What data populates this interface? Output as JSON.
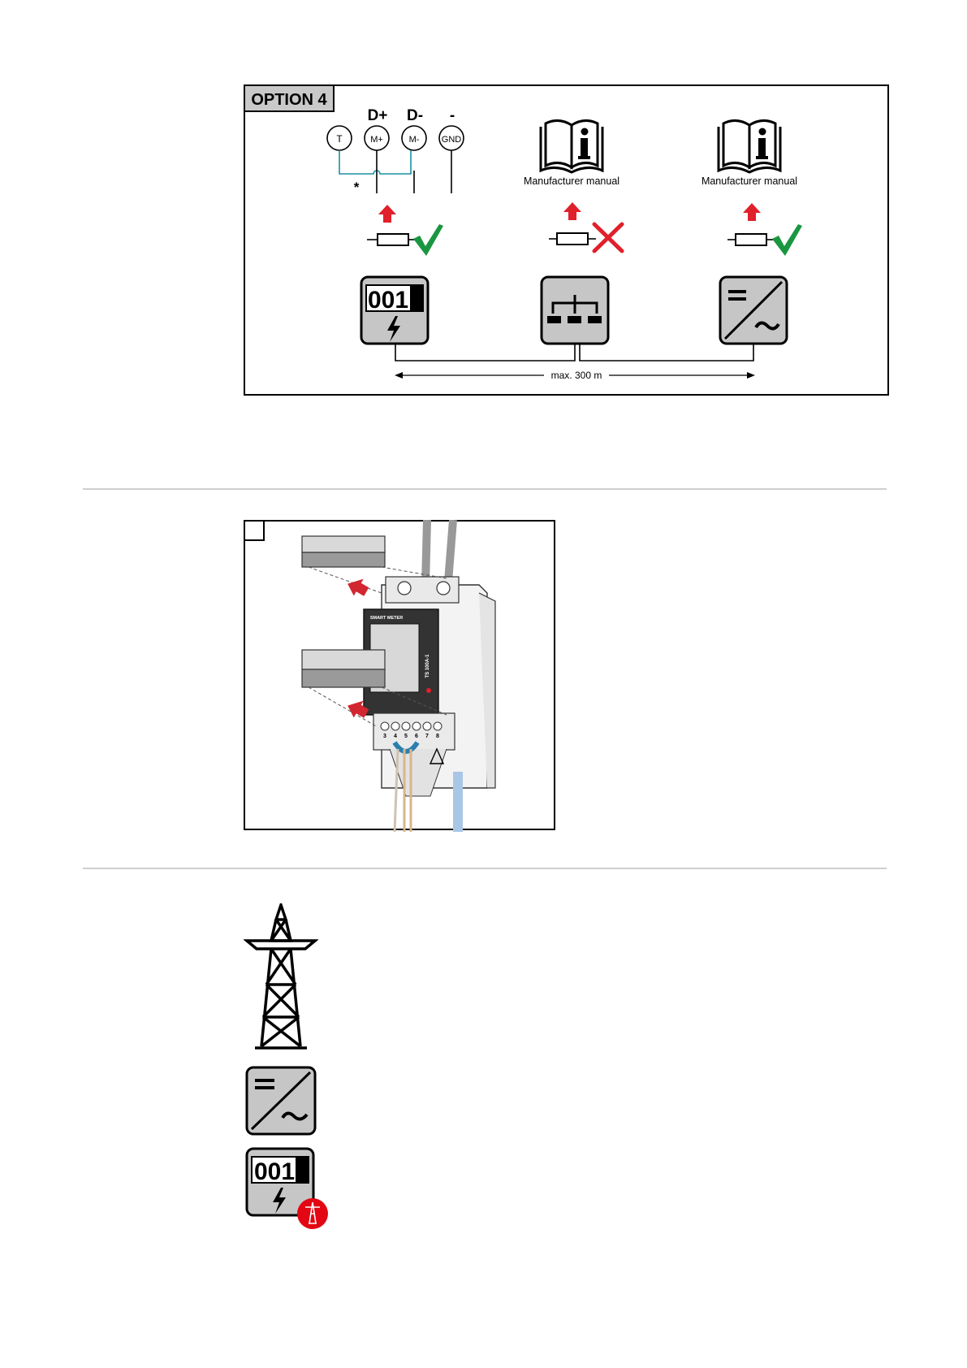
{
  "option_diagram": {
    "badge": "OPTION 4",
    "signal_labels": {
      "d_plus": "D+",
      "d_minus": "D-",
      "ground": "-"
    },
    "terminals": [
      "T",
      "M+",
      "M-",
      "GND"
    ],
    "footnote_mark": "*",
    "manual_labels": [
      "Manufacturer manual",
      "Manufacturer manual"
    ],
    "meter_digits": "001",
    "distance_label": "max. 300 m",
    "status_colors": {
      "ok": "#1a9640",
      "not_ok": "#e0202a",
      "arrow": "#e0202a",
      "bus": "#1b8fa3"
    }
  },
  "device_figure": {
    "front_label": "SMART METER",
    "side_label": "TS 100A-1",
    "terminal_numbers": [
      "3",
      "4",
      "5",
      "6",
      "7",
      "8"
    ]
  },
  "symbols": {
    "meter_digits": "001",
    "badge_color": "#e30613"
  }
}
